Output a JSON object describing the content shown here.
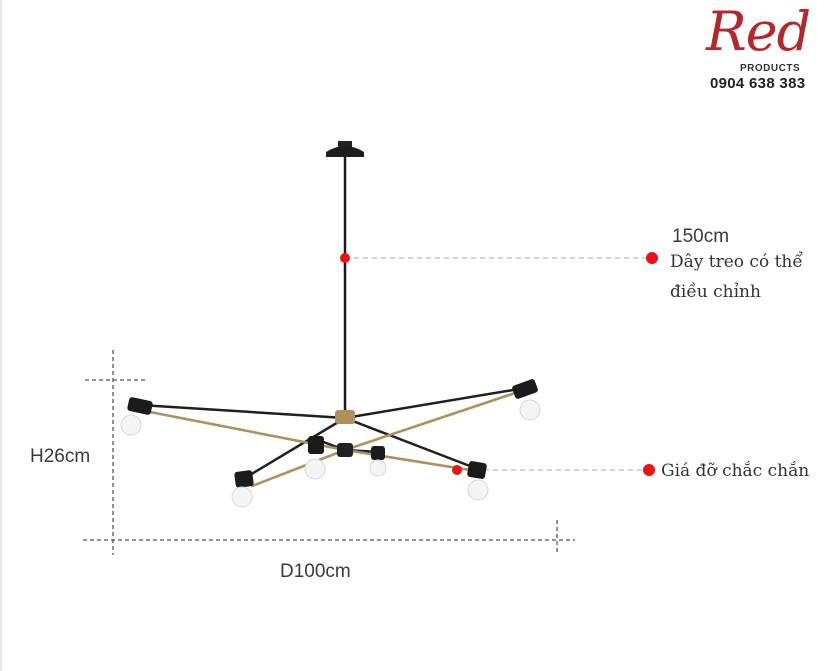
{
  "brand": {
    "logo_text": "Red",
    "logo_subtitle": "PRODUCTS",
    "phone": "0904 638 383",
    "brand_color": "#b3282d"
  },
  "dimensions": {
    "cable_length": "150cm",
    "height": "H26cm",
    "diameter": "D100cm"
  },
  "annotations": {
    "cable_note_line1": "Dây treo có thể",
    "cable_note_line2": "điều chỉnh",
    "bracket_note": "Giá đỡ chắc chắn",
    "marker_color": "#ee1111"
  }
}
